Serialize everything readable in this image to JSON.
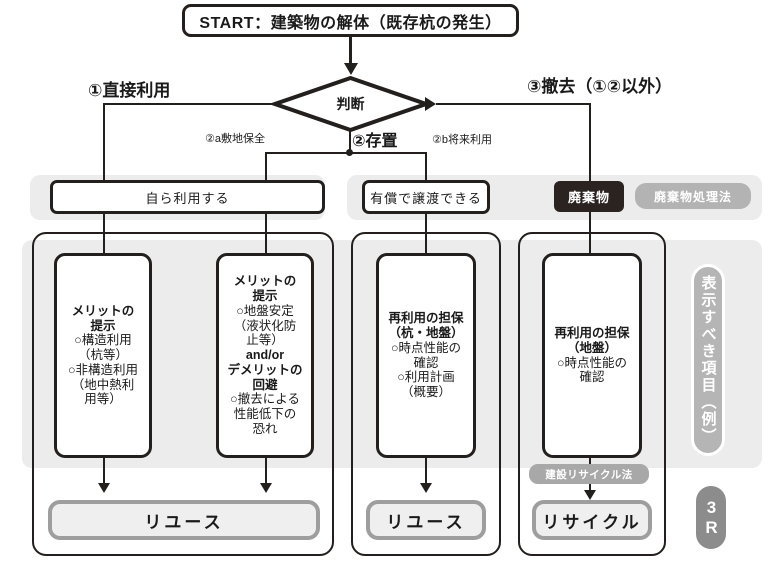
{
  "diagram": {
    "title_box": "START：建築物の解体（既存杭の発生）",
    "decision": "判断",
    "branches": {
      "one": "①直接利用",
      "two": "②存置",
      "three": "③撤去（①②以外）",
      "two_a": "②a敷地保全",
      "two_b": "②b将来利用"
    },
    "row2": {
      "self_use": "自ら利用する",
      "paid_transfer": "有償で譲渡できる",
      "waste": "廃棄物",
      "waste_law": "廃棄物処理法"
    },
    "cards": [
      {
        "heading_1": "メリットの",
        "heading_2": "提示",
        "body": "○構造利用\n（杭等）\n○非構造利用\n（地中熱利\n用等）"
      },
      {
        "heading_1": "メリットの",
        "heading_2": "提示",
        "body_1": "○地盤安定\n（液状化防\n止等）",
        "conj": "and/or",
        "heading_3": "デメリットの",
        "heading_4": "回避",
        "body_2": "○撤去による\n性能低下の\n恐れ"
      },
      {
        "heading_1": "再利用の担保",
        "heading_2": "（杭・地盤）",
        "body": "○時点性能の\n確認\n○利用計画\n（概要）"
      },
      {
        "heading_1": "再利用の担保",
        "heading_2": "（地盤）",
        "body": "○時点性能の\n確認"
      }
    ],
    "results": {
      "reuse_left": "リユース",
      "reuse_mid": "リユース",
      "recycle": "リサイクル"
    },
    "tags": {
      "construction_recycling_law": "建設リサイクル法"
    },
    "legend": {
      "vertical": "表示すべき項目（例）",
      "badge": "3R"
    },
    "colors": {
      "ink": "#231f1c",
      "band_gray": "#ececec",
      "pill_gray": "#b3b3b3",
      "result_border": "#9e9e9e",
      "black_box": "#2b2320"
    }
  }
}
